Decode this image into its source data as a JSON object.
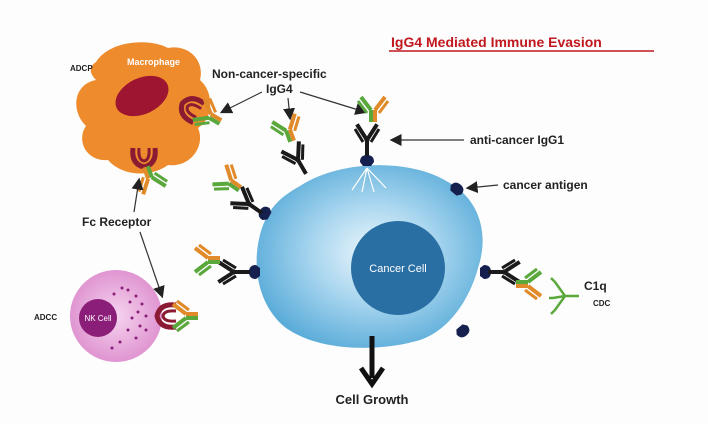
{
  "title": "IgG4 Mediated Immune Evasion",
  "labels": {
    "adcp": "ADCP",
    "macrophage": "Macrophage",
    "non_cancer_igg4_line1": "Non-cancer-specific",
    "non_cancer_igg4_line2": "IgG4",
    "anti_cancer_igg1": "anti-cancer IgG1",
    "cancer_antigen": "cancer antigen",
    "fc_receptor": "Fc Receptor",
    "cancer_cell": "Cancer Cell",
    "c1q": "C1q",
    "cdc": "CDC",
    "adcc": "ADCC",
    "nk_cell": "NK Cell",
    "cell_growth": "Cell Growth"
  },
  "colors": {
    "title_red": "#c0181e",
    "macrophage": "#ee8b2d",
    "macrophage_nucleus": "#9d1530",
    "cancer_cell_outer": "#5fb3df",
    "cancer_cell_nucleus": "#2a6fa4",
    "nk_cell_outer": "#e6a3d8",
    "nk_cell_nucleus": "#8a1e79",
    "antibody_black": "#1a1a1a",
    "antibody_green": "#5aa83c",
    "antibody_orange": "#e08a2a",
    "receptor_maroon": "#8b1a33",
    "antigen_navy": "#15204f"
  }
}
